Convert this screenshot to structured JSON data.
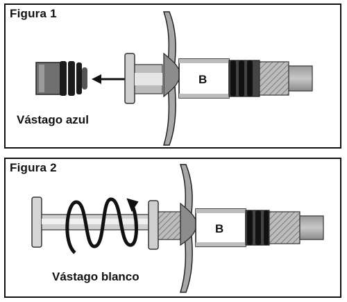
{
  "figure1": {
    "title": "Figura 1",
    "label": "Vástago azul",
    "barrel_letter": "B"
  },
  "figure2": {
    "title": "Figura 2",
    "label": "Vástago blanco",
    "barrel_letter": "B"
  }
}
